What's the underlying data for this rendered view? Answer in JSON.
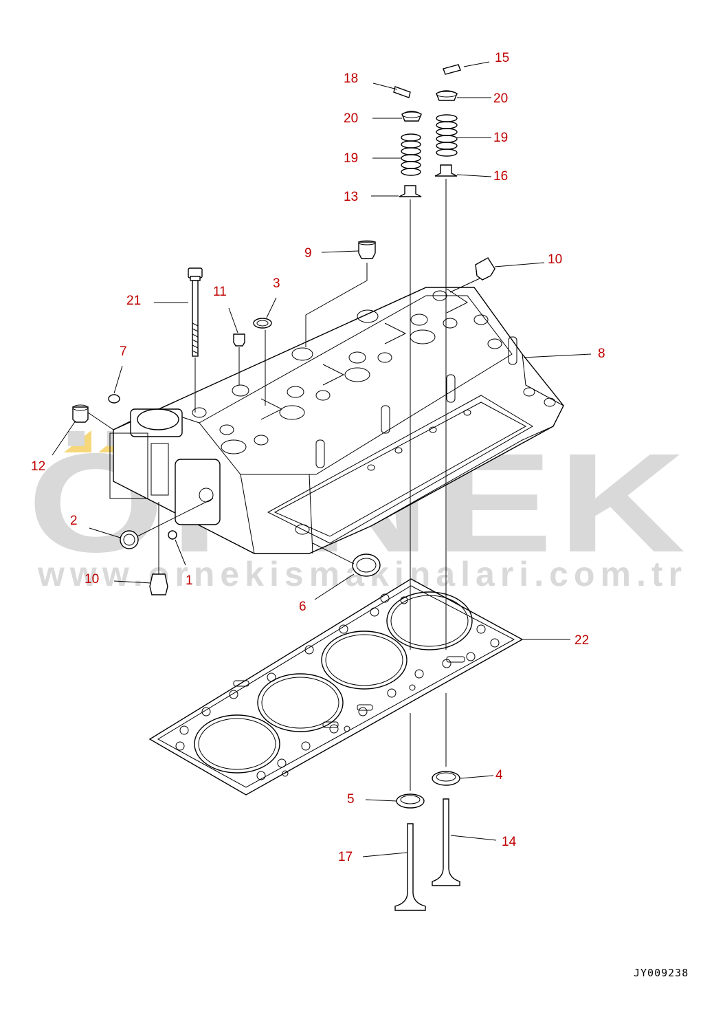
{
  "watermark": {
    "logo_text": "ÖRNEK",
    "url_text": "www.ornekismakinalari.com.tr",
    "logo_color": "#d9d9d9",
    "accent_color": "#f6d77a"
  },
  "callout_color": "#c00000",
  "drawing_code": "JY009238",
  "callouts": [
    {
      "id": "c15",
      "label": "15"
    },
    {
      "id": "c18",
      "label": "18"
    },
    {
      "id": "c20a",
      "label": "20"
    },
    {
      "id": "c20b",
      "label": "20"
    },
    {
      "id": "c19a",
      "label": "19"
    },
    {
      "id": "c19b",
      "label": "19"
    },
    {
      "id": "c16",
      "label": "16"
    },
    {
      "id": "c13",
      "label": "13"
    },
    {
      "id": "c9",
      "label": "9"
    },
    {
      "id": "c10a",
      "label": "10"
    },
    {
      "id": "c3",
      "label": "3"
    },
    {
      "id": "c11",
      "label": "11"
    },
    {
      "id": "c21",
      "label": "21"
    },
    {
      "id": "c8",
      "label": "8"
    },
    {
      "id": "c7",
      "label": "7"
    },
    {
      "id": "c12",
      "label": "12"
    },
    {
      "id": "c2",
      "label": "2"
    },
    {
      "id": "c10b",
      "label": "10"
    },
    {
      "id": "c1",
      "label": "1"
    },
    {
      "id": "c6",
      "label": "6"
    },
    {
      "id": "c22",
      "label": "22"
    },
    {
      "id": "c4",
      "label": "4"
    },
    {
      "id": "c5",
      "label": "5"
    },
    {
      "id": "c14",
      "label": "14"
    },
    {
      "id": "c17",
      "label": "17"
    }
  ]
}
